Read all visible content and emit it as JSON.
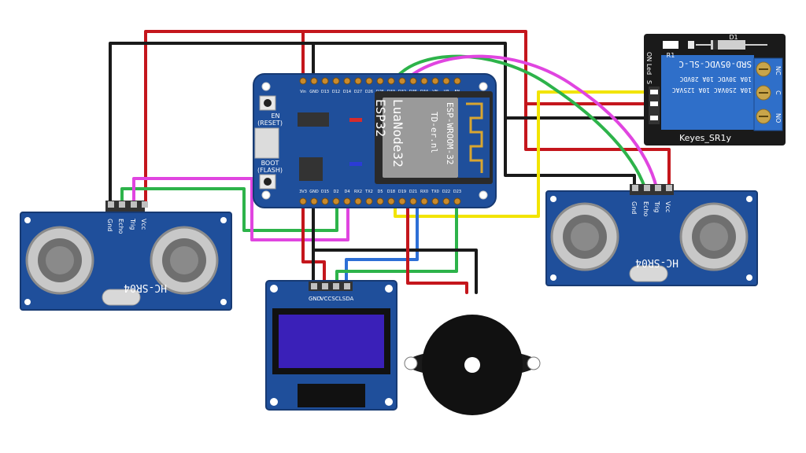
{
  "esp32": {
    "top_pins": [
      "Vin",
      "GND",
      "D13",
      "D12",
      "D14",
      "D27",
      "D26",
      "D25",
      "D33",
      "D32",
      "D35",
      "D34",
      "VN",
      "VP",
      "EN"
    ],
    "bottom_pins": [
      "3V3",
      "GND",
      "D15",
      "D2",
      "D4",
      "RX2",
      "TX2",
      "D5",
      "D18",
      "D19",
      "D21",
      "RX0",
      "TX0",
      "D22",
      "D23"
    ],
    "en_label": "EN",
    "reset_label": "(RESET)",
    "boot_label": "BOOT",
    "flash_label": "(FLASH)",
    "name_line1": "LuaNode32",
    "name_line2": "ESP32",
    "module_line1": "ESP-WROOM-32",
    "module_line2": "TD-er.nl"
  },
  "relay": {
    "name": "Keyes_SR1y",
    "rating_line1": "SRD-05VDC-SL-C",
    "rating_line2": "10A 30VDC 10A 28VDC",
    "rating_line3": "10A 250VAC 10A 125VAC",
    "d1_label": "D1",
    "r1_label": "R1",
    "led_label": "ON Led",
    "s_label": "S",
    "terminals": [
      "NC",
      "C",
      "NO"
    ]
  },
  "sensor_left": {
    "model": "HC-SR04",
    "pins": [
      "Gnd",
      "Echo",
      "Trig",
      "Vcc"
    ]
  },
  "sensor_right": {
    "model": "HC-SR04",
    "pins": [
      "Gnd",
      "Echo",
      "Trig",
      "Vcc"
    ]
  },
  "oled": {
    "pins": [
      "GND",
      "VCC",
      "SCL",
      "SDA"
    ]
  },
  "colors": {
    "board_blue": "#1f4f9b",
    "red": "#c4161c",
    "black": "#1a1a1a",
    "green": "#2db34a",
    "magenta": "#e045e0",
    "yellow": "#f2e400",
    "blue": "#2d6fd6",
    "oled_screen": "#3a20b8"
  }
}
